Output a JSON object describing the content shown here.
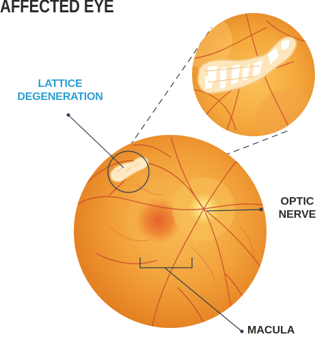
{
  "title": "AFFECTED EYE",
  "labels": {
    "lattice_line1": "LATTICE",
    "lattice_line2": "DEGENERATION",
    "optic_line1": "OPTIC",
    "optic_line2": "NERVE",
    "macula": "MACULA"
  },
  "colors": {
    "lattice_label": "#2a9fd6",
    "text": "#2b2b2b",
    "leader_line": "#2c3e50",
    "retina_outer": "#e88a1e",
    "retina_inner": "#f7b23a",
    "vessel": "#c0392b"
  }
}
